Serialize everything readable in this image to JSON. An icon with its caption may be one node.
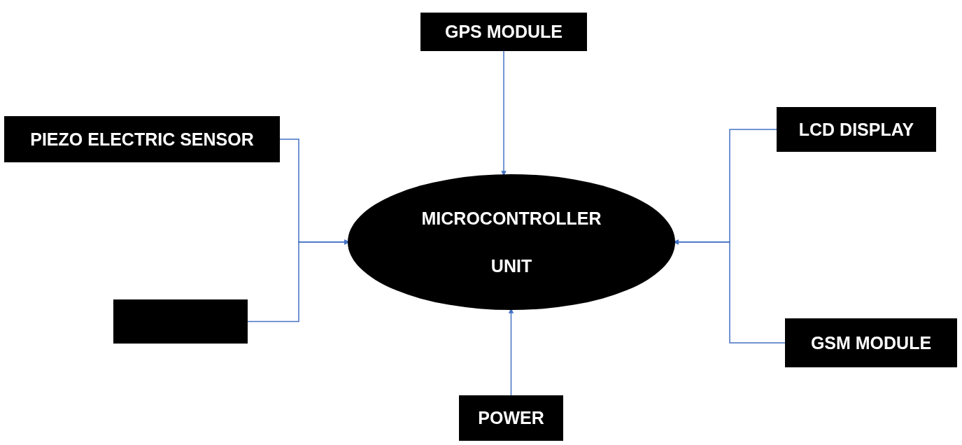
{
  "diagram": {
    "nodes": [
      {
        "text": [
          "GPS MODULE"
        ]
      },
      {
        "text": [
          "PIEZO ELECTRIC SENSOR"
        ]
      },
      {
        "text": [
          "LCD DISPLAY"
        ]
      },
      {
        "text": [
          "MICROCONTROLLER UNIT"
        ]
      },
      {
        "text": [],
        "shape": "box"
      },
      {
        "text": [
          "GSM MODULE"
        ]
      },
      {
        "text": [
          "POWER"
        ]
      }
    ],
    "edges": [
      {
        "from": 0,
        "to": 3,
        "arrow": "to"
      },
      {
        "from": 1,
        "to": 3,
        "arrow": "to"
      },
      {
        "from": 4,
        "to": 3,
        "arrow": "to"
      },
      {
        "from": 2,
        "to": 3,
        "arrow": "to"
      },
      {
        "from": 5,
        "to": 3,
        "arrow": "to"
      },
      {
        "from": 6,
        "to": 3,
        "arrow": "to"
      }
    ]
  }
}
